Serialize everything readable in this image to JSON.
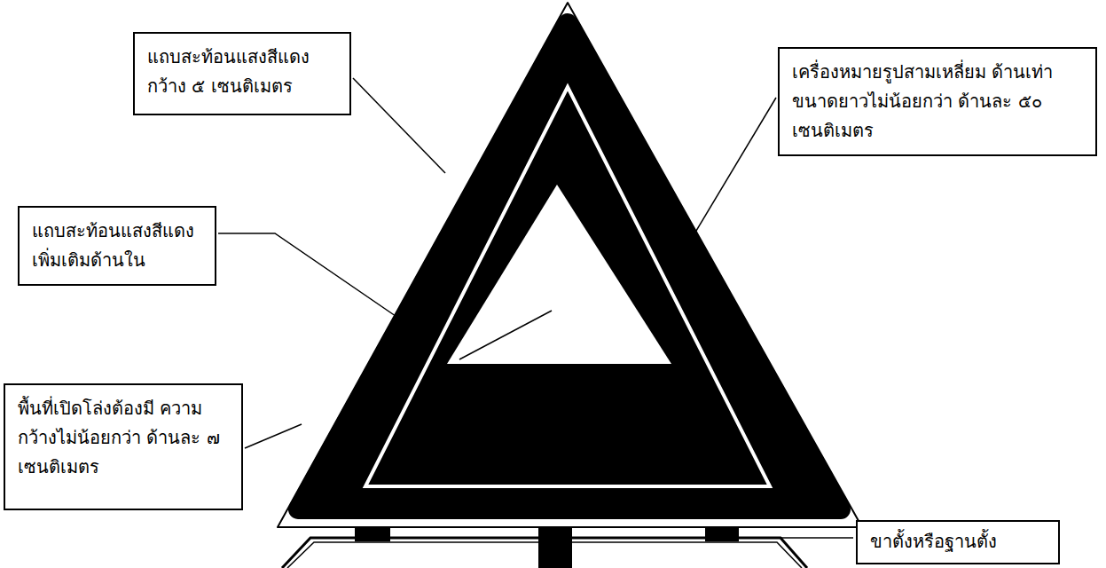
{
  "diagram": {
    "nodes": [
      {
        "text": [
          "แถบสะท้อนแสงสีแดง กว้าง ๕ เซนติเมตร"
        ]
      },
      {
        "text": [
          "เครื่องหมายรูปสามเหลี่ยม ด้านเท่า ขนาดยาวไม่น้อยกว่า ด้านละ ๕๐ เซนติเมตร"
        ]
      },
      {
        "text": [
          "แถบสะท้อนแสงสีแดง เพิ่มเติมด้านใน"
        ]
      },
      {
        "text": [
          "พื้นที่เปิดโล่งต้องมี ความกว้างไม่น้อยกว่า ด้านละ ๗ เซนติเมตร"
        ]
      },
      {
        "text": [
          "ขาตั้งหรือฐานตั้ง"
        ]
      }
    ]
  }
}
